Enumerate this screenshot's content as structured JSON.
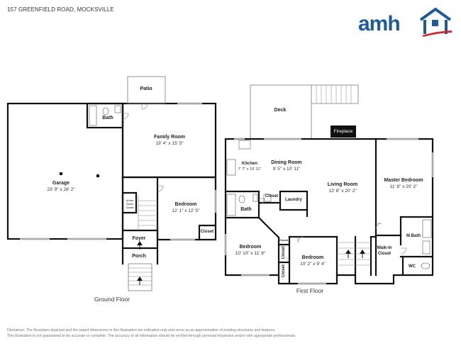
{
  "header": {
    "address": "157 GREENFIELD ROAD, MOCKSVILLE",
    "logo_text": "amh"
  },
  "ground_floor": {
    "label": "Ground Floor",
    "rooms": {
      "patio": {
        "name": "Patio"
      },
      "bath": {
        "name": "Bath"
      },
      "family_room": {
        "name": "Family Room",
        "dims": "19' 4\" x 15' 5\""
      },
      "garage": {
        "name": "Garage",
        "dims": "23' 9\" x 28' 2\""
      },
      "under_stairs_closet": {
        "name": "Under Stairs Closet"
      },
      "bedroom": {
        "name": "Bedroom",
        "dims": "12' 1\" x 12' 5\""
      },
      "closet": {
        "name": "Closet"
      },
      "foyer": {
        "name": "Foyer"
      },
      "porch": {
        "name": "Porch"
      }
    }
  },
  "first_floor": {
    "label": "First Floor",
    "rooms": {
      "deck": {
        "name": "Deck"
      },
      "fireplace": {
        "name": "Fireplace"
      },
      "kitchen": {
        "name": "Kitchen",
        "dims": "7' 7\" x 10' 11\""
      },
      "dining_room": {
        "name": "Dining Room",
        "dims": "9' 5\" x 10' 11\""
      },
      "living_room": {
        "name": "Living Room",
        "dims": "13' 8\" x 20' 2\""
      },
      "master_bedroom": {
        "name": "Master Bedroom",
        "dims": "11' 8\" x 20' 2\""
      },
      "bath": {
        "name": "Bath"
      },
      "closet_hall": {
        "name": "Closet"
      },
      "laundry": {
        "name": "Laundry"
      },
      "master_bath": {
        "name": "M.Bath"
      },
      "walk_in_closet": {
        "name": "Walk-In Closet"
      },
      "wc": {
        "name": "WC"
      },
      "bedroom_left": {
        "name": "Bedroom",
        "dims": "10' 10\" x 11' 8\""
      },
      "bedroom_right": {
        "name": "Bedroom",
        "dims": "10' 2\" x 9' 4\""
      },
      "closet_small_top": {
        "name": "Closet"
      },
      "closet_small_mid": {
        "name": "Closet"
      },
      "closet_small_bottom": {
        "name": "Closet"
      }
    }
  },
  "disclaimer": {
    "line1": "Disclaimer: The floorplans depicted and the stated dimensions in this illustration are indicative only and serve as an approximation of existing structures and features.",
    "line2": "This illustration is not guaranteed to be accurate or complete. The accuracy of all information should be verified through personal inspection and/or with appropriate professionals."
  },
  "colors": {
    "wall": "#111111",
    "logo_blue": "#1d5c99",
    "logo_red": "#d7262e"
  }
}
